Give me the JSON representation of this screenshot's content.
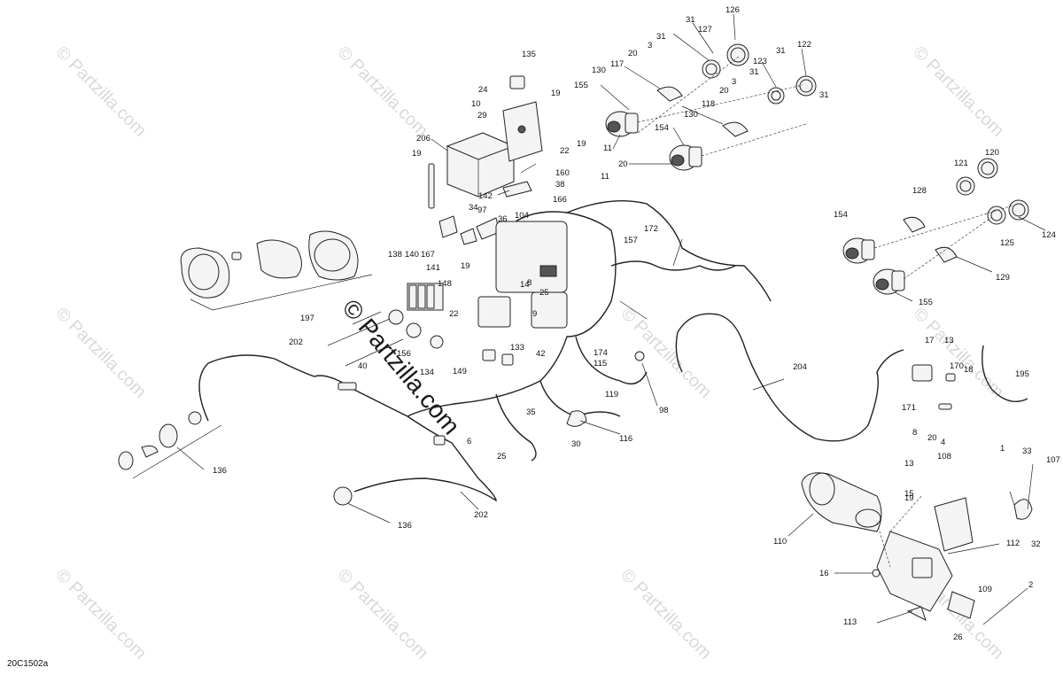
{
  "diagram": {
    "drawing_code": "20C1502a",
    "watermark": "© Partzilla.com",
    "callouts": [
      {
        "id": "c126",
        "text": "126"
      },
      {
        "id": "c31a",
        "text": "31"
      },
      {
        "id": "c127",
        "text": "127"
      },
      {
        "id": "c31b",
        "text": "31"
      },
      {
        "id": "c3a",
        "text": "3"
      },
      {
        "id": "c20a",
        "text": "20"
      },
      {
        "id": "c117",
        "text": "117"
      },
      {
        "id": "c130a",
        "text": "130"
      },
      {
        "id": "c155a",
        "text": "155"
      },
      {
        "id": "c31c",
        "text": "31"
      },
      {
        "id": "c122",
        "text": "122"
      },
      {
        "id": "c123",
        "text": "123"
      },
      {
        "id": "c31d",
        "text": "31"
      },
      {
        "id": "c3b",
        "text": "3"
      },
      {
        "id": "c20b",
        "text": "20"
      },
      {
        "id": "c118",
        "text": "118"
      },
      {
        "id": "c130b",
        "text": "130"
      },
      {
        "id": "c154a",
        "text": "154"
      },
      {
        "id": "c20c",
        "text": "20"
      },
      {
        "id": "c11a",
        "text": "11"
      },
      {
        "id": "c11b",
        "text": "11"
      },
      {
        "id": "c31e",
        "text": "31"
      },
      {
        "id": "c135",
        "text": "135"
      },
      {
        "id": "c24",
        "text": "24"
      },
      {
        "id": "c19a",
        "text": "19"
      },
      {
        "id": "c10",
        "text": "10"
      },
      {
        "id": "c29",
        "text": "29"
      },
      {
        "id": "c19b",
        "text": "19"
      },
      {
        "id": "c22a",
        "text": "22"
      },
      {
        "id": "c206",
        "text": "206"
      },
      {
        "id": "c19c",
        "text": "19"
      },
      {
        "id": "c160",
        "text": "160"
      },
      {
        "id": "c38",
        "text": "38"
      },
      {
        "id": "c142",
        "text": "142"
      },
      {
        "id": "c166",
        "text": "166"
      },
      {
        "id": "c34",
        "text": "34"
      },
      {
        "id": "c97",
        "text": "97"
      },
      {
        "id": "c36",
        "text": "36"
      },
      {
        "id": "c104",
        "text": "104"
      },
      {
        "id": "c157",
        "text": "157"
      },
      {
        "id": "c172",
        "text": "172"
      },
      {
        "id": "c138",
        "text": "138"
      },
      {
        "id": "c140",
        "text": "140"
      },
      {
        "id": "c167",
        "text": "167"
      },
      {
        "id": "c141",
        "text": "141"
      },
      {
        "id": "c148",
        "text": "148"
      },
      {
        "id": "c19d",
        "text": "19"
      },
      {
        "id": "c22b",
        "text": "22"
      },
      {
        "id": "c14",
        "text": "14"
      },
      {
        "id": "c8a",
        "text": "8"
      },
      {
        "id": "c25a",
        "text": "25"
      },
      {
        "id": "c9",
        "text": "9"
      },
      {
        "id": "c133",
        "text": "133"
      },
      {
        "id": "c197",
        "text": "197"
      },
      {
        "id": "c120",
        "text": "120"
      },
      {
        "id": "c121",
        "text": "121"
      },
      {
        "id": "c128",
        "text": "128"
      },
      {
        "id": "c154b",
        "text": "154"
      },
      {
        "id": "c124",
        "text": "124"
      },
      {
        "id": "c125",
        "text": "125"
      },
      {
        "id": "c129",
        "text": "129"
      },
      {
        "id": "c155b",
        "text": "155"
      },
      {
        "id": "c202a",
        "text": "202"
      },
      {
        "id": "c156",
        "text": "156"
      },
      {
        "id": "c134",
        "text": "134"
      },
      {
        "id": "c40",
        "text": "40"
      },
      {
        "id": "c149",
        "text": "149"
      },
      {
        "id": "c42",
        "text": "42"
      },
      {
        "id": "c174",
        "text": "174"
      },
      {
        "id": "c115",
        "text": "115"
      },
      {
        "id": "c119",
        "text": "119"
      },
      {
        "id": "c35",
        "text": "35"
      },
      {
        "id": "c98",
        "text": "98"
      },
      {
        "id": "c204",
        "text": "204"
      },
      {
        "id": "c17",
        "text": "17"
      },
      {
        "id": "c13a",
        "text": "13"
      },
      {
        "id": "c170",
        "text": "170"
      },
      {
        "id": "c18",
        "text": "18"
      },
      {
        "id": "c195",
        "text": "195"
      },
      {
        "id": "c171",
        "text": "171"
      },
      {
        "id": "c8b",
        "text": "8"
      },
      {
        "id": "c20d",
        "text": "20"
      },
      {
        "id": "c4",
        "text": "4"
      },
      {
        "id": "c136a",
        "text": "136"
      },
      {
        "id": "c6",
        "text": "6"
      },
      {
        "id": "c25b",
        "text": "25"
      },
      {
        "id": "c30",
        "text": "30"
      },
      {
        "id": "c116",
        "text": "116"
      },
      {
        "id": "c202b",
        "text": "202"
      },
      {
        "id": "c136b",
        "text": "136"
      },
      {
        "id": "c13b",
        "text": "13"
      },
      {
        "id": "c108",
        "text": "108"
      },
      {
        "id": "c1",
        "text": "1"
      },
      {
        "id": "c33",
        "text": "33"
      },
      {
        "id": "c107",
        "text": "107"
      },
      {
        "id": "c15",
        "text": "15"
      },
      {
        "id": "c19e",
        "text": "19"
      },
      {
        "id": "c110",
        "text": "110"
      },
      {
        "id": "c112",
        "text": "112"
      },
      {
        "id": "c32",
        "text": "32"
      },
      {
        "id": "c16",
        "text": "16"
      },
      {
        "id": "c109",
        "text": "109"
      },
      {
        "id": "c2",
        "text": "2"
      },
      {
        "id": "c113",
        "text": "113"
      },
      {
        "id": "c26",
        "text": "26"
      }
    ]
  }
}
